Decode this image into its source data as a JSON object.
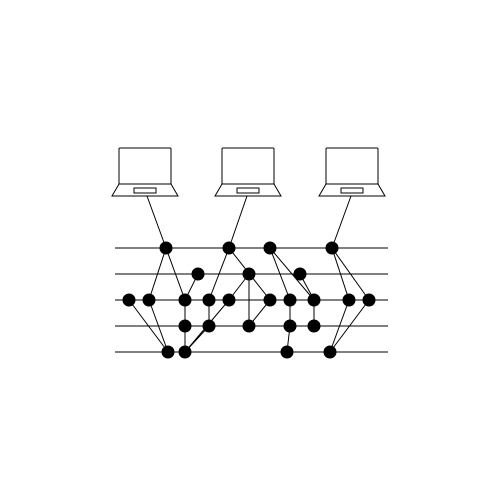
{
  "colors": {
    "background": "#ffffff",
    "stroke": "#000000",
    "node": "#000000"
  },
  "icons": {
    "laptop": "laptop-icon"
  },
  "diagram": {
    "laptops": [
      {
        "id": "laptop-1",
        "connects_to": "n-a1"
      },
      {
        "id": "laptop-2",
        "connects_to": "n-b1"
      },
      {
        "id": "laptop-3",
        "connects_to": "n-d1"
      }
    ],
    "rails": [
      "rail-1",
      "rail-2",
      "rail-3",
      "rail-4",
      "rail-5"
    ],
    "nodes": [
      "n-a1",
      "n-b1",
      "n-c1",
      "n-d1",
      "n-a2",
      "n-b2",
      "n-c2",
      "n-d2",
      "n-a3",
      "n-b3",
      "n-c3",
      "n-d3",
      "n-e3",
      "n-f3",
      "n-g3",
      "n-h3",
      "n-i3",
      "n-j3",
      "n-k3",
      "n-a4",
      "n-b4",
      "n-c4",
      "n-d4",
      "n-e4",
      "n-a5",
      "n-b5",
      "n-c5",
      "n-d5"
    ],
    "edges": [
      [
        "n-a1",
        "n-b3"
      ],
      [
        "n-a1",
        "n-c3"
      ],
      [
        "n-b1",
        "n-d3"
      ],
      [
        "n-b1",
        "n-f3"
      ],
      [
        "n-c1",
        "n-g3"
      ],
      [
        "n-c1",
        "n-h3"
      ],
      [
        "n-d1",
        "n-i3"
      ],
      [
        "n-d1",
        "n-j3"
      ],
      [
        "n-a2",
        "n-c3"
      ],
      [
        "n-b2",
        "n-e3"
      ],
      [
        "n-b2",
        "n-c4"
      ],
      [
        "n-c2",
        "n-h3"
      ],
      [
        "n-a3",
        "n-a5"
      ],
      [
        "n-b3",
        "n-a5"
      ],
      [
        "n-c3",
        "n-a4"
      ],
      [
        "n-d3",
        "n-b4"
      ],
      [
        "n-e3",
        "n-b5"
      ],
      [
        "n-f3",
        "n-c4"
      ],
      [
        "n-g3",
        "n-d4"
      ],
      [
        "n-h3",
        "n-e4"
      ],
      [
        "n-d4",
        "n-c5"
      ],
      [
        "n-i3",
        "n-d5"
      ],
      [
        "n-k3",
        "n-d5"
      ],
      [
        "n-a4",
        "n-b5"
      ],
      [
        "n-b4",
        "n-b5"
      ]
    ]
  }
}
